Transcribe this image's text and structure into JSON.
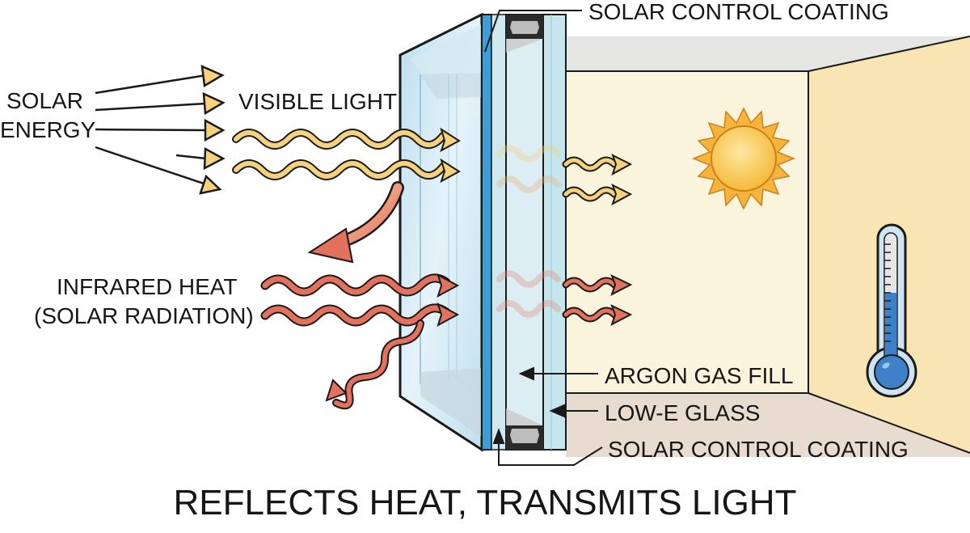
{
  "diagram": {
    "title": "REFLECTS HEAT, TRANSMITS LIGHT",
    "labels": {
      "solar_energy_line1": "SOLAR",
      "solar_energy_line2": "ENERGY",
      "visible_light": "VISIBLE LIGHT",
      "infrared_line1": "INFRARED HEAT",
      "infrared_line2": "(SOLAR RADIATION)",
      "coating_top": "SOLAR CONTROL COATING",
      "argon": "ARGON GAS FILL",
      "low_e": "LOW-E GLASS",
      "coating_bottom": "SOLAR CONTROL COATING"
    },
    "icons": [
      "sun-icon",
      "thermometer-icon"
    ],
    "colors": {
      "visible_light": "#f6d27c",
      "infrared": "#e46f5e",
      "glass": "#cfe8f3",
      "coating_blue": "#3a9fd8",
      "room_back_wall": "#fbf4dc",
      "room_side_wall": "#f8e5b3",
      "room_ceiling": "#e6e6e4",
      "room_floor": "#e8dcd0",
      "thermometer_fluid": "#3d82c8",
      "sun": "#f8c040",
      "outline": "#1a1a1a"
    },
    "thermometer_fill_percent": 55
  }
}
